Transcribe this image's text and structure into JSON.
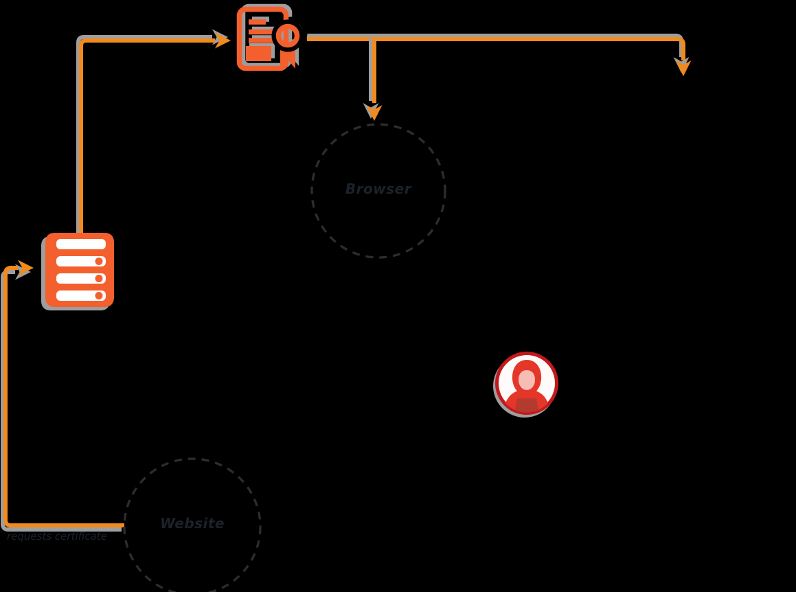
{
  "diagram": {
    "nodes": {
      "certificate_icon": {
        "icon": "certificate-icon"
      },
      "server_icon": {
        "icon": "server-rack-icon"
      },
      "attacker_icon": {
        "icon": "hacker-icon"
      },
      "browser_circle": {
        "label": "Browser"
      },
      "website_circle": {
        "label": "Website"
      }
    },
    "edges": {
      "website_to_server": {
        "label": "requests certificate"
      }
    },
    "colors": {
      "background": "#000000",
      "connector_orange": "#F28A1E",
      "icon_orange": "#F3602E",
      "sketch_shadow_gray": "#9E9E9E",
      "dashed_circle_stroke": "#2D2D2D",
      "label_text_dark": "#1C222A",
      "attacker_red": "#E5362A",
      "attacker_border_red": "#C2191D",
      "attacker_face_pink": "#F6BDB4",
      "attacker_laptop_red": "#B53A2E"
    }
  }
}
